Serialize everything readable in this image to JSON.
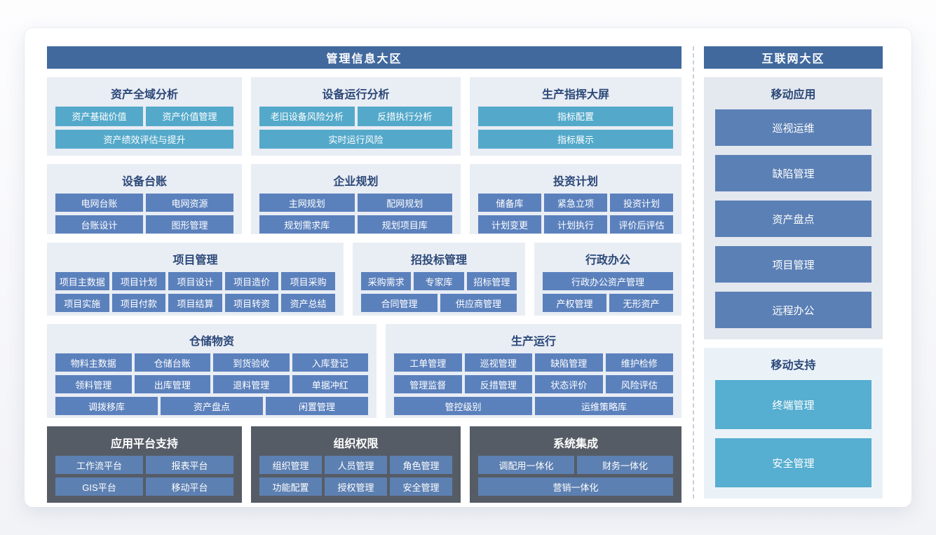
{
  "colors": {
    "zone_header": "#41699e",
    "section_bg": "#e9edf4",
    "dark_section_bg": "#565c66",
    "blue_button": "#5b81bd",
    "teal_button": "#54a9ca",
    "title_text": "#2b4878"
  },
  "management_zone": {
    "title": "管理信息大区",
    "sections": [
      {
        "title": "资产全域分析",
        "items": [
          "资产基础价值",
          "资产价值管理",
          "资产绩效评估与提升"
        ]
      },
      {
        "title": "设备运行分析",
        "items": [
          "老旧设备风险分析",
          "反措执行分析",
          "实时运行风险"
        ]
      },
      {
        "title": "生产指挥大屏",
        "items": [
          "指标配置",
          "指标展示"
        ]
      },
      {
        "title": "设备台账",
        "items": [
          "电网台账",
          "电网资源",
          "台账设计",
          "图形管理"
        ]
      },
      {
        "title": "企业规划",
        "items": [
          "主网规划",
          "配网规划",
          "规划需求库",
          "规划项目库"
        ]
      },
      {
        "title": "投资计划",
        "items": [
          "储备库",
          "紧急立项",
          "投资计划",
          "计划变更",
          "计划执行",
          "评价后评估"
        ]
      },
      {
        "title": "项目管理",
        "items": [
          "项目主数据",
          "项目计划",
          "项目设计",
          "项目造价",
          "项目采购",
          "项目实施",
          "项目付款",
          "项目结算",
          "项目转资",
          "资产总结"
        ]
      },
      {
        "title": "招投标管理",
        "items": [
          "采购需求",
          "专家库",
          "招标管理",
          "合同管理",
          "供应商管理"
        ]
      },
      {
        "title": "行政办公",
        "items": [
          "行政办公资产管理",
          "产权管理",
          "无形资产"
        ]
      },
      {
        "title": "仓储物资",
        "items": [
          "物料主数据",
          "仓储台账",
          "到货验收",
          "入库登记",
          "领料管理",
          "出库管理",
          "退料管理",
          "单据冲红",
          "调拨移库",
          "资产盘点",
          "闲置管理"
        ]
      },
      {
        "title": "生产运行",
        "items": [
          "工单管理",
          "巡视管理",
          "缺陷管理",
          "维护检修",
          "管理监督",
          "反措管理",
          "状态评价",
          "风险评估",
          "管控级别",
          "运维策略库"
        ]
      },
      {
        "title": "应用平台支持",
        "items": [
          "工作流平台",
          "报表平台",
          "GIS平台",
          "移动平台"
        ]
      },
      {
        "title": "组织权限",
        "items": [
          "组织管理",
          "人员管理",
          "角色管理",
          "功能配置",
          "授权管理",
          "安全管理"
        ]
      },
      {
        "title": "系统集成",
        "items": [
          "调配用一体化",
          "财务一体化",
          "营销一体化"
        ]
      }
    ]
  },
  "internet_zone": {
    "title": "互联网大区",
    "sections": [
      {
        "title": "移动应用",
        "items": [
          "巡视运维",
          "缺陷管理",
          "资产盘点",
          "项目管理",
          "远程办公"
        ]
      },
      {
        "title": "移动支持",
        "items": [
          "终端管理",
          "安全管理"
        ]
      }
    ]
  }
}
